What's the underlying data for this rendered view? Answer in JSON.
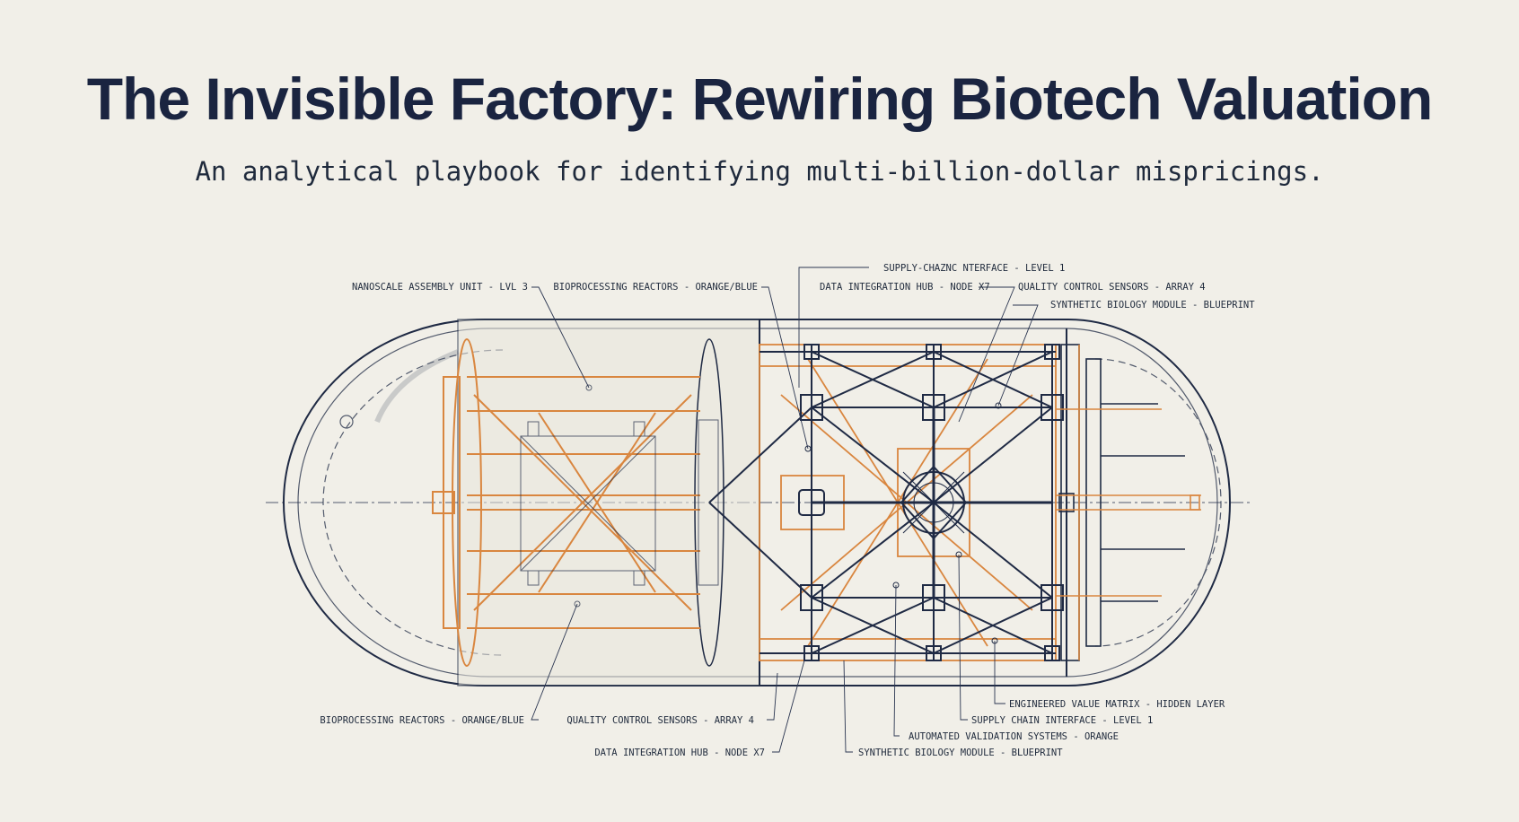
{
  "header": {
    "title": "The Invisible Factory: Rewiring Biotech Valuation",
    "subtitle": "An analytical playbook for identifying multi-billion-dollar mispricings."
  },
  "callouts": {
    "top": [
      "NANOSCALE ASSEMBLY UNIT - LVL 3",
      "BIOPROCESSING REACTORS - ORANGE/BLUE",
      "SUPPLY-CHAZNC NTERFACE - LEVEL 1",
      "DATA INTEGRATION HUB - NODE X7",
      "QUALITY CONTROL SENSORS - ARRAY 4",
      "SYNTHETIC BIOLOGY MODULE - BLUEPRINT"
    ],
    "bottom": [
      "BIOPROCESSING REACTORS - ORANGE/BLUE",
      "QUALITY CONTROL SENSORS - ARRAY 4",
      "DATA INTEGRATION HUB - NODE X7",
      "ENGINEERED VALUE MATRIX - HIDDEN LAYER",
      "SUPPLY CHAIN INTERFACE - LEVEL 1",
      "AUTOMATED VALIDATION SYSTEMS - ORANGE",
      "SYNTHETIC BIOLOGY MODULE - BLUEPRINT"
    ]
  },
  "colors": {
    "background": "#f1efe8",
    "navy": "#1f2a44",
    "orange": "#d9863f"
  }
}
